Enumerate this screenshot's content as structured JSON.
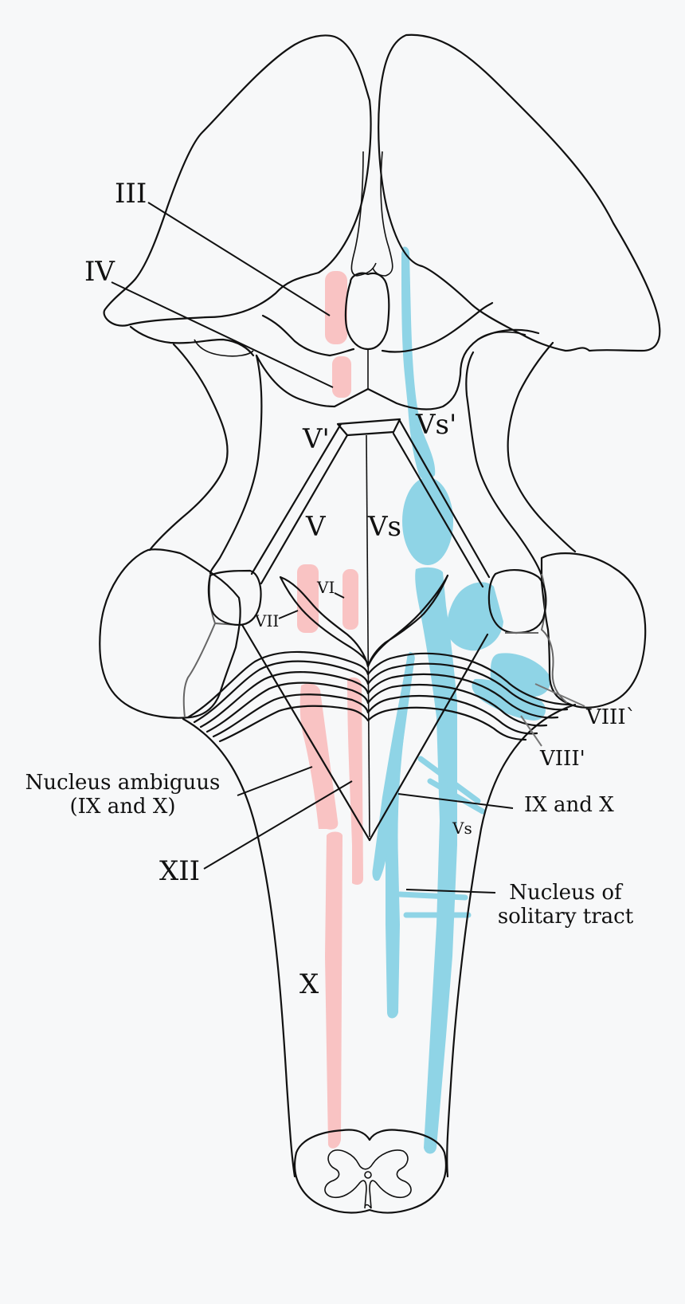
{
  "labels": {
    "III": "III",
    "IV": "IV",
    "V_prime": "V'",
    "Vs_prime": "Vs'",
    "V": "V",
    "Vs": "Vs",
    "VI": "VI",
    "VII": "VII",
    "VIII_grave": "VIII`",
    "VIII_prime": "VIII'",
    "nucleus_ambiguus_1": "Nucleus ambiguus",
    "nucleus_ambiguus_2": "(IX and X)",
    "IX_and_X": "IX and X",
    "Vs_small": "Vs",
    "XII": "XII",
    "nucleus_solitary_1": "Nucleus of",
    "nucleus_solitary_2": "solitary tract",
    "X": "X"
  },
  "colors": {
    "motor": "#f9c3c3",
    "sensory": "#8fd4e6",
    "outline": "#111111",
    "background": "#f7f8f9"
  }
}
